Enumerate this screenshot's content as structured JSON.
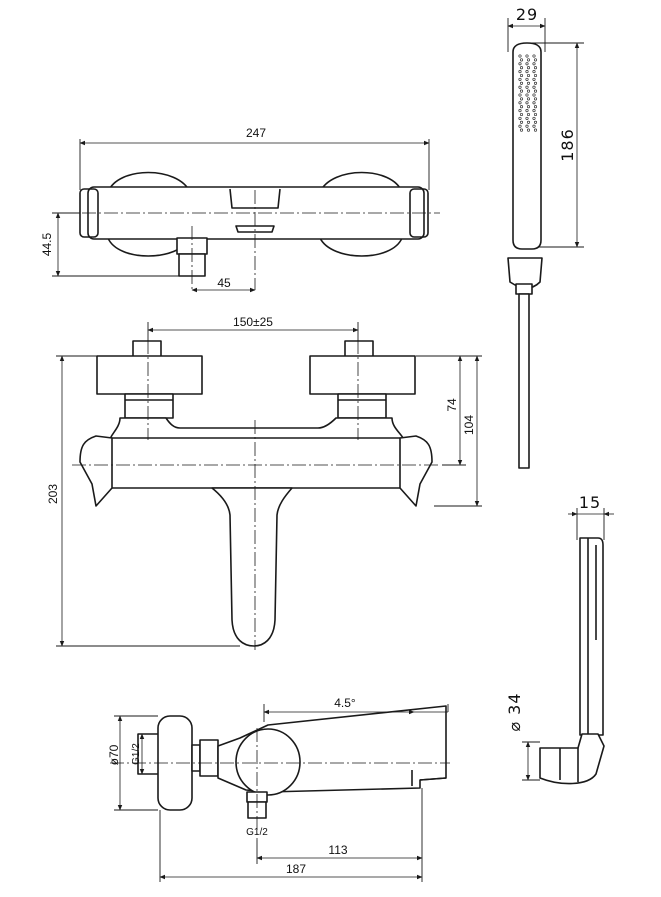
{
  "dimensions": {
    "handshower_width": "29",
    "handshower_length": "186",
    "body_width": "247",
    "height_offset": "44.5",
    "outlet_offset": "45",
    "inlet_spacing": "150±25",
    "height_74": "74",
    "height_104": "104",
    "total_height": "203",
    "handle_width": "15",
    "holder_diameter": "34",
    "angle": "4.5°",
    "flange_diameter": "ø70",
    "inlet_thread": "G1/2",
    "outlet_thread": "G1/2",
    "spout_projection": "113",
    "total_projection": "187"
  },
  "colors": {
    "line": "#1a1a1a",
    "background": "#ffffff"
  }
}
